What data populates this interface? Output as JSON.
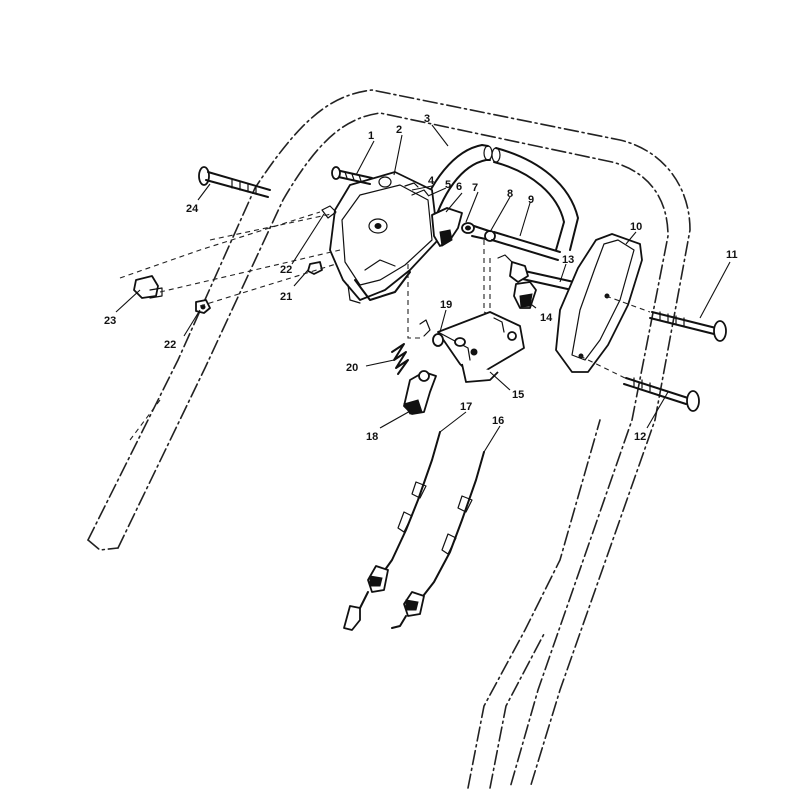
{
  "diagram": {
    "callouts": [
      {
        "id": "c1",
        "text": "1"
      },
      {
        "id": "c2",
        "text": "2"
      },
      {
        "id": "c3",
        "text": "3"
      },
      {
        "id": "c4",
        "text": "4"
      },
      {
        "id": "c5",
        "text": "5"
      },
      {
        "id": "c6",
        "text": "6"
      },
      {
        "id": "c7",
        "text": "7"
      },
      {
        "id": "c8",
        "text": "8"
      },
      {
        "id": "c9",
        "text": "9"
      },
      {
        "id": "c10",
        "text": "10"
      },
      {
        "id": "c11",
        "text": "11"
      },
      {
        "id": "c12",
        "text": "12"
      },
      {
        "id": "c13",
        "text": "13"
      },
      {
        "id": "c14",
        "text": "14"
      },
      {
        "id": "c15",
        "text": "15"
      },
      {
        "id": "c16",
        "text": "16"
      },
      {
        "id": "c17",
        "text": "17"
      },
      {
        "id": "c18",
        "text": "18"
      },
      {
        "id": "c19",
        "text": "19"
      },
      {
        "id": "c20",
        "text": "20"
      },
      {
        "id": "c21",
        "text": "21"
      },
      {
        "id": "c22a",
        "text": "22"
      },
      {
        "id": "c22b",
        "text": "22"
      },
      {
        "id": "c23",
        "text": "23"
      },
      {
        "id": "c24",
        "text": "24"
      }
    ]
  }
}
